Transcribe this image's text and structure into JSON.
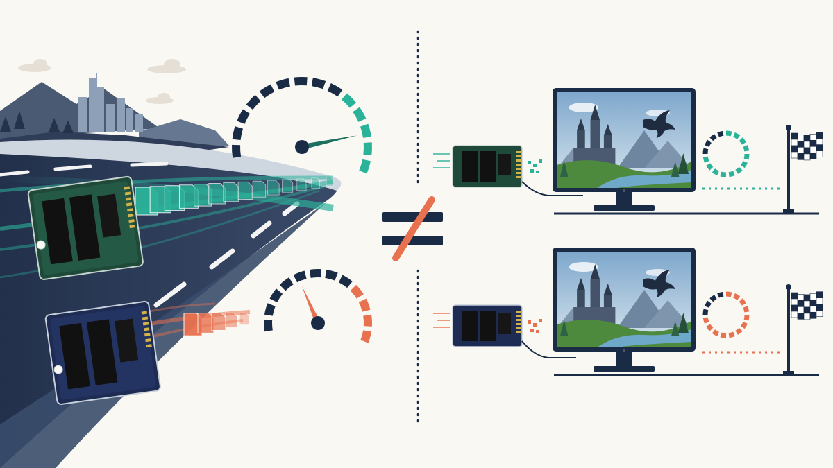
{
  "illustration": {
    "left_panel": {
      "fast_drive": {
        "gauge_level": 0.82,
        "packet_count": 14,
        "accent_color": "#2bb39a",
        "gauge_dark_color": "#1a2b45"
      },
      "slow_drive": {
        "gauge_level": 0.35,
        "packet_count": 5,
        "accent_color": "#e8714f",
        "gauge_dark_color": "#1a2b45"
      }
    },
    "comparison_symbol": {
      "meaning": "not-equal",
      "bar_color": "#1a2b45",
      "slash_color": "#e8714f"
    },
    "right_panel": {
      "rows": [
        {
          "drive": "fast-drive",
          "loading_ring_color": "#2bb39a",
          "loading_ring_filled_fraction": 0.7
        },
        {
          "drive": "slow-drive",
          "loading_ring_color": "#e8714f",
          "loading_ring_filled_fraction": 0.7
        }
      ]
    },
    "palette": {
      "navy": "#1a2b45",
      "teal": "#2bb39a",
      "coral": "#e8714f",
      "road": "#2b3a57",
      "background": "#faf8f3"
    }
  }
}
